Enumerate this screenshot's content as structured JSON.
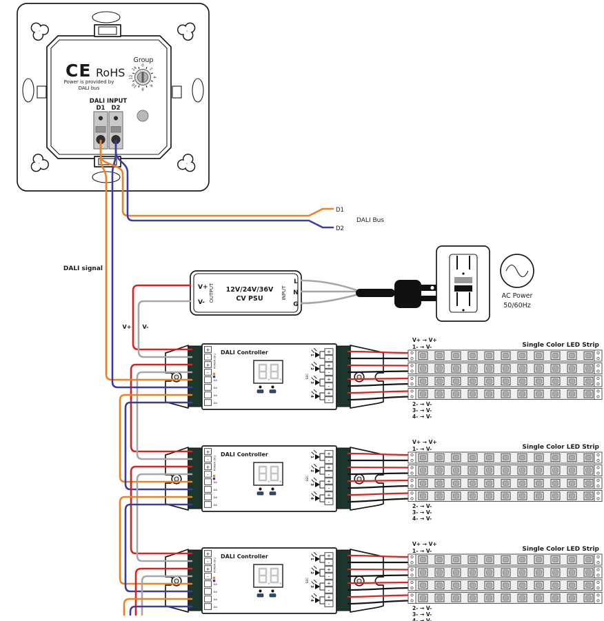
{
  "panel": {
    "ce_mark": "CE",
    "rohs": "RoHS",
    "power_note_1": "Power is provided by",
    "power_note_2": "DALI bus",
    "group_label": "Group",
    "group_numbers": [
      "0",
      "2",
      "4",
      "6",
      "8",
      "10",
      "12",
      "14"
    ],
    "dali_input_label": "DALI INPUT",
    "d1": "D1",
    "d2": "D2"
  },
  "bus": {
    "d1": "D1",
    "d2": "D2",
    "label": "DALI Bus",
    "signal_label": "DALI signal"
  },
  "psu": {
    "output_label": "OUTPUT",
    "input_label": "INPUT",
    "v_plus": "V+",
    "v_minus": "V-",
    "model_line_1": "12V/24V/36V",
    "model_line_2": "CV PSU",
    "l": "L",
    "n": "N",
    "g": "G",
    "wire_v_plus": "V+",
    "wire_v_minus": "V-"
  },
  "ac": {
    "line_1": "AC Power",
    "line_2": "50/60Hz"
  },
  "controller": {
    "title": "DALI Controller",
    "plus": "+",
    "minus": "-",
    "power_side_label": "POWER (DC)",
    "dali_terminal_label": "DA",
    "sec_label": "SEC",
    "channels": [
      "1",
      "2",
      "3",
      "4"
    ]
  },
  "strips": {
    "title": "Single Color LED Strip",
    "top_labels": [
      "V+ → V+",
      "1- → V-"
    ],
    "bottom_labels": [
      "2- → V-",
      "3- → V-",
      "4- → V-"
    ]
  },
  "colors": {
    "orange": "#ef8022",
    "blue": "#3c3c9e",
    "red": "#e02020",
    "gray": "#a6a6a6",
    "black": "#161616"
  }
}
